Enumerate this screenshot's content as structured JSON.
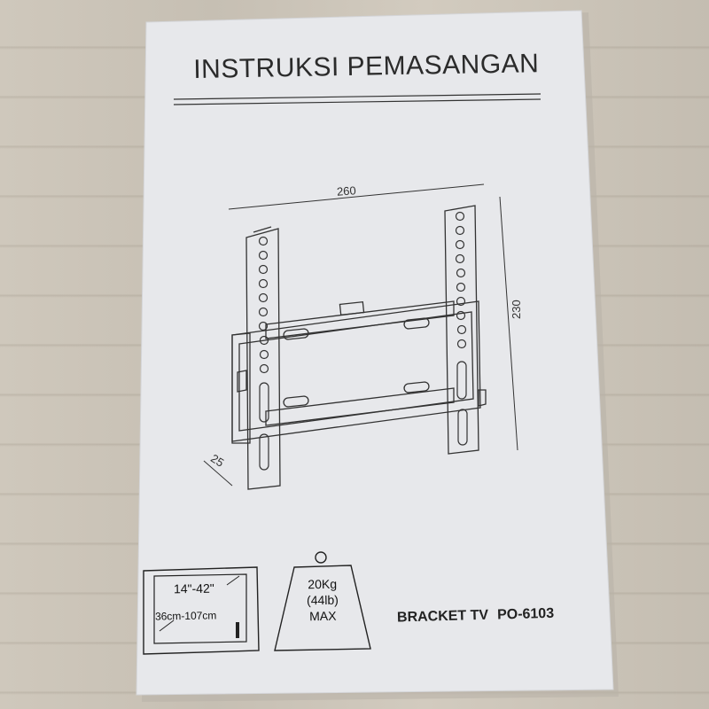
{
  "title": "INSTRUKSI PEMASANGAN",
  "dimensions": {
    "width": "260",
    "height": "230",
    "depth": "25"
  },
  "screen": {
    "size_in": "14\"-42\"",
    "size_cm": "36cm-107cm"
  },
  "weight": {
    "kg": "20Kg",
    "lb": "(44lb)",
    "max": "MAX"
  },
  "product": {
    "name": "BRACKET TV",
    "code": "PO-6103"
  },
  "colors": {
    "paper": "#e6e7ea",
    "ink": "#2b2b2b",
    "table": "#c9c2b6"
  }
}
